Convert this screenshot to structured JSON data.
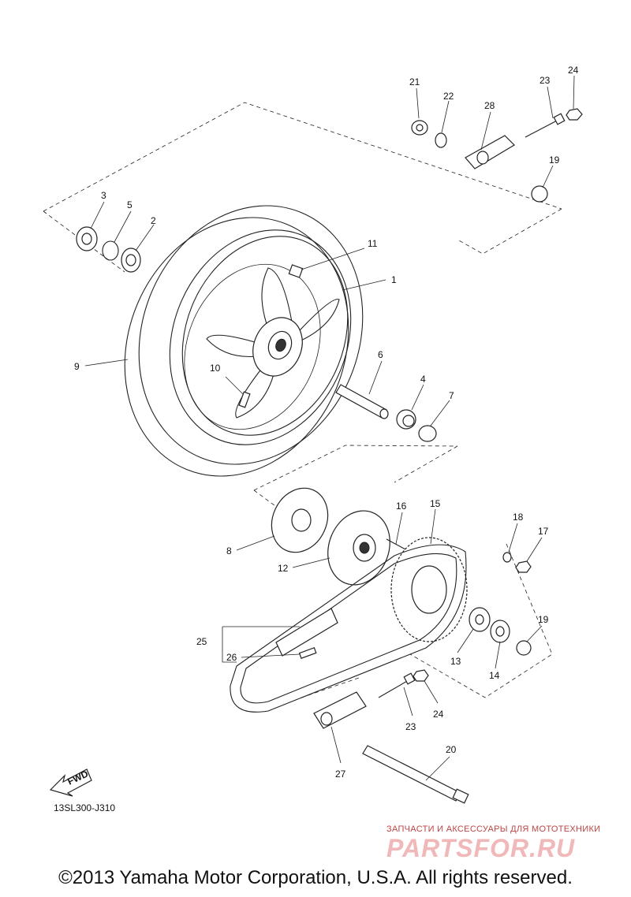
{
  "callouts": [
    "1",
    "2",
    "3",
    "4",
    "5",
    "6",
    "7",
    "8",
    "9",
    "10",
    "11",
    "12",
    "13",
    "14",
    "15",
    "16",
    "17",
    "18",
    "19",
    "19",
    "20",
    "21",
    "22",
    "23",
    "23",
    "24",
    "24",
    "25",
    "26",
    "27",
    "28"
  ],
  "fwd_label": "FWD",
  "diagram_code": "13SL300-J310",
  "watermark": {
    "tagline": "ЗАПЧАСТИ И АКСЕССУАРЫ ДЛЯ МОТОТЕХНИКИ",
    "logo": "PARTSFOR.RU"
  },
  "copyright": "©2013 Yamaha Motor Corporation, U.S.A. All rights reserved."
}
